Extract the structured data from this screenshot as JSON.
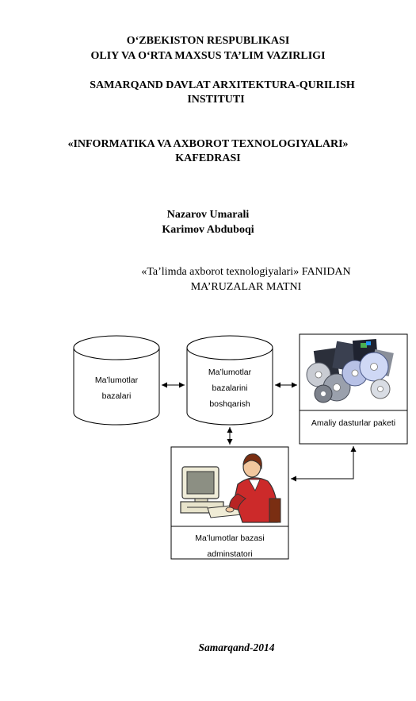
{
  "header": {
    "republic": "O‘ZBEKISTON RESPUBLIKASI",
    "ministry": "OLIY VA O‘RTA MAXSUS TA’LIM VAZIRLIGI",
    "institute_line1": "SAMARQAND  DAVLAT ARXITEKTURA-QURILISH",
    "institute_line2": "INSTITUTI",
    "department_line1": "«INFORMATIKA VA AXBOROT TEXNOLOGIYALARI»",
    "department_line2": "KAFEDRASI"
  },
  "authors": {
    "author1": "Nazarov Umarali",
    "author2": "Karimov Abduboqi"
  },
  "subject": {
    "line1": "«Ta’limda axborot texnologiyalari» FANIDAN",
    "line2": "MA’RUZALAR MATNI"
  },
  "diagram": {
    "database": {
      "line1": "Ma’lumotlar",
      "line2": "bazalari"
    },
    "dbms": {
      "line1": "Ma’lumotlar",
      "line2": "bazalarini",
      "line3": "boshqarish"
    },
    "software": {
      "label": "Amaliy dasturlar paketi",
      "icon": "cd-discs-icon"
    },
    "admin": {
      "line1": "Ma’lumotlar bazasi",
      "line2": "adminstatori",
      "icon": "computer-user-icon"
    }
  },
  "footer": {
    "city_year": "Samarqand-2014"
  }
}
